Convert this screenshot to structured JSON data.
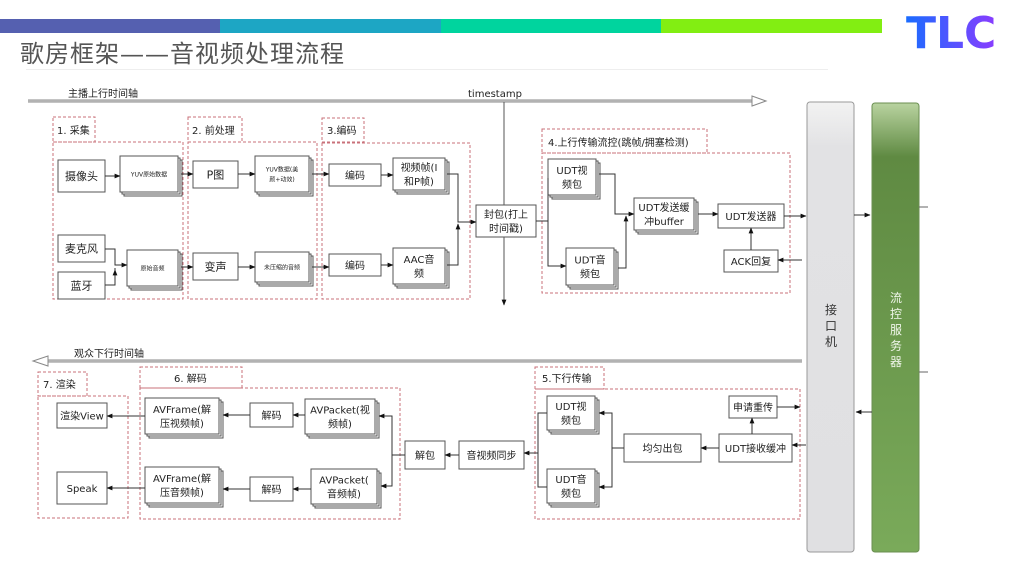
{
  "header": {
    "title": "歌房框架——音视频处理流程",
    "logo_text": "TLC",
    "stripe_colors": [
      "#5560b0",
      "#1da6c4",
      "#00d49e",
      "#82ee12"
    ]
  },
  "timelines": {
    "upstream_label": "主播上行时间轴",
    "timestamp_label": "timestamp",
    "downstream_label": "观众下行时间轴"
  },
  "sections": {
    "capture": "1. 采集",
    "preprocess": "2. 前处理",
    "encode": "3.编码",
    "upload": "4.上行传输流控(跳帧/拥塞检测)",
    "download": "5.下行传输",
    "decode": "6. 解码",
    "render": "7. 渲染"
  },
  "nodes": {
    "camera": "摄像头",
    "yuv_raw": "YUV原始数据",
    "microphone": "麦克风",
    "bluetooth": "蓝牙",
    "raw_audio": "原始音频",
    "p_image": "P图",
    "yuv_processed": [
      "YUV数据(美",
      "颜+动效)"
    ],
    "voice_change": "变声",
    "uncompressed_audio": "未压缩的音频",
    "encode_video": "编码",
    "encode_audio": "编码",
    "video_frame": [
      "视频帧(I",
      "和P帧)"
    ],
    "aac_audio": [
      "AAC音",
      "频"
    ],
    "packetize": [
      "封包(打上",
      "时间戳)"
    ],
    "udt_video_up": [
      "UDT视",
      "频包"
    ],
    "udt_audio_up": [
      "UDT音",
      "频包"
    ],
    "udt_send_buffer": [
      "UDT发送缓",
      "冲buffer"
    ],
    "udt_sender": "UDT发送器",
    "ack_reply": "ACK回复",
    "gateway": [
      "接",
      "口",
      "机"
    ],
    "flow_server": [
      "流",
      "控",
      "服",
      "务",
      "器"
    ],
    "retransmit_request": "申请重传",
    "udt_recv_buffer": "UDT接收缓冲",
    "even_output": "均匀出包",
    "udt_video_down": [
      "UDT视",
      "频包"
    ],
    "udt_audio_down": [
      "UDT音",
      "频包"
    ],
    "av_sync": "音视频同步",
    "unpack": "解包",
    "avpacket_video": [
      "AVPacket(视",
      "频帧)"
    ],
    "avpacket_audio": [
      "AVPacket(",
      "音频帧)"
    ],
    "decode_video": "解码",
    "decode_audio": "解码",
    "avframe_video": [
      "AVFrame(解",
      "压视频帧)"
    ],
    "avframe_audio": [
      "AVFrame(解",
      "压音频帧)"
    ],
    "render_view": "渲染View",
    "speak": "Speak"
  }
}
